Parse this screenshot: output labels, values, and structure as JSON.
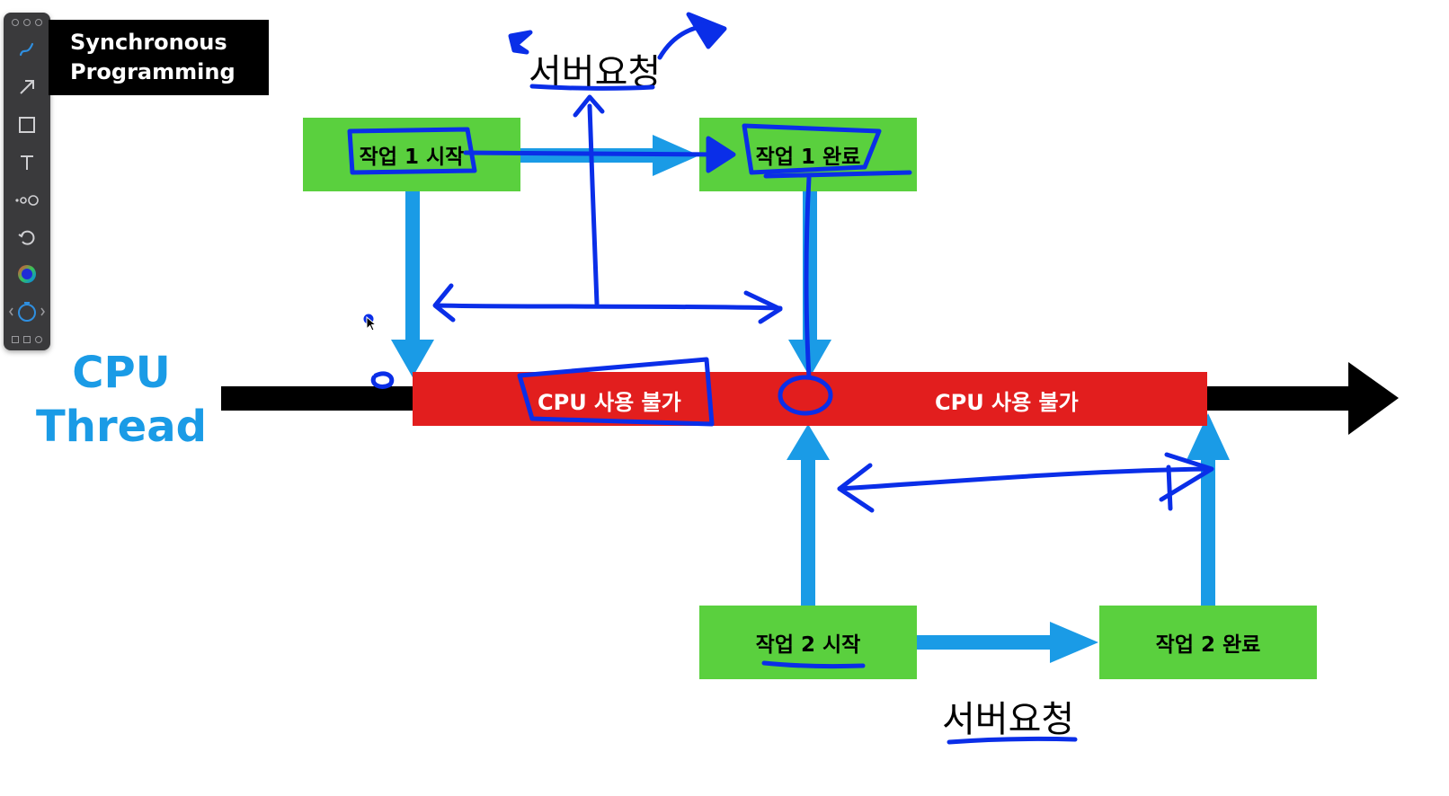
{
  "title": {
    "line1": "Synchronous",
    "line2": "Programming"
  },
  "cpu_label": {
    "line1": "CPU",
    "line2": "Thread"
  },
  "tasks": {
    "task1_start": "작업 1 시작",
    "task1_done": "작업 1 완료",
    "task2_start": "작업 2 시작",
    "task2_done": "작업 2 완료"
  },
  "cpu_unavailable": {
    "left": "CPU 사용 불가",
    "right": "CPU 사용 불가"
  },
  "annotations": {
    "server_request_top": "서버요청",
    "server_request_bottom": "서버요청"
  },
  "toolbar": [
    "pen-icon",
    "arrow-icon",
    "rectangle-icon",
    "text-icon",
    "stroke-width-icon",
    "undo-icon",
    "color-picker-icon",
    "timer-icon"
  ],
  "colors": {
    "task": "#5ad03e",
    "blocked": "#e21e1e",
    "flow_arrow": "#1a9be6",
    "annotation_ink": "#0a2ee8",
    "timeline": "#000000"
  }
}
